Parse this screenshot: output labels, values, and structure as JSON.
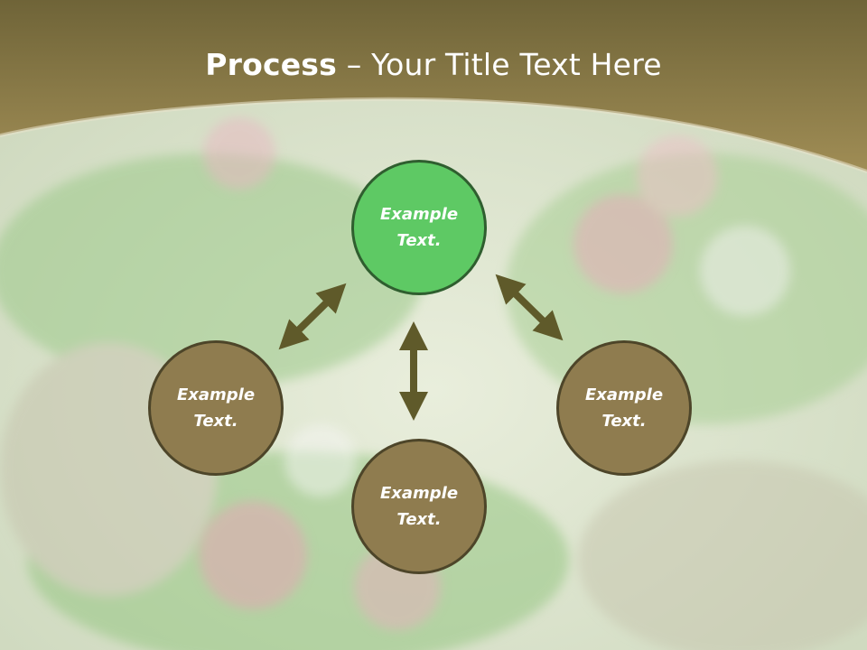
{
  "slide": {
    "title_bold": "Process",
    "title_sep": " – ",
    "title_rest": "Your Title Text Here"
  },
  "diagram": {
    "top": "Example Text.",
    "left": "Example Text.",
    "right": "Example Text.",
    "bottom": "Example Text."
  },
  "colors": {
    "header": "#8a7a4a",
    "node_fill": "#8f7c4f",
    "node_highlight": "#5ec964",
    "arrow": "#5f5a2a"
  }
}
